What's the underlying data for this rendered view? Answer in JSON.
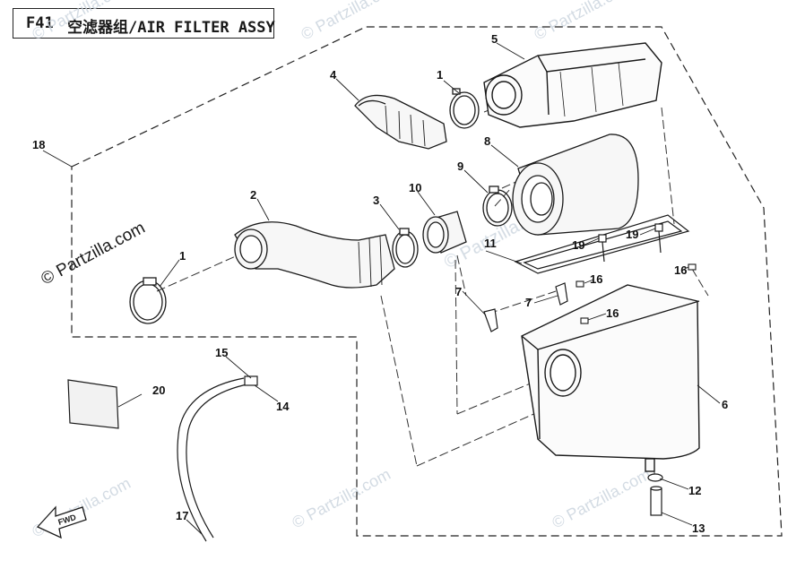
{
  "title": {
    "code": "F41",
    "name": "空滤器组/AIR FILTER ASSY"
  },
  "watermark": "© Partzilla.com",
  "forward_arrow": "FWD",
  "callouts": [
    "1",
    "1",
    "2",
    "3",
    "4",
    "5",
    "6",
    "7",
    "7",
    "8",
    "9",
    "10",
    "11",
    "12",
    "13",
    "14",
    "15",
    "16",
    "16",
    "16",
    "17",
    "18",
    "19",
    "19",
    "20"
  ],
  "colors": {
    "line": "#1a1a1a",
    "watermark": "#c9d3dd",
    "background": "#ffffff"
  }
}
